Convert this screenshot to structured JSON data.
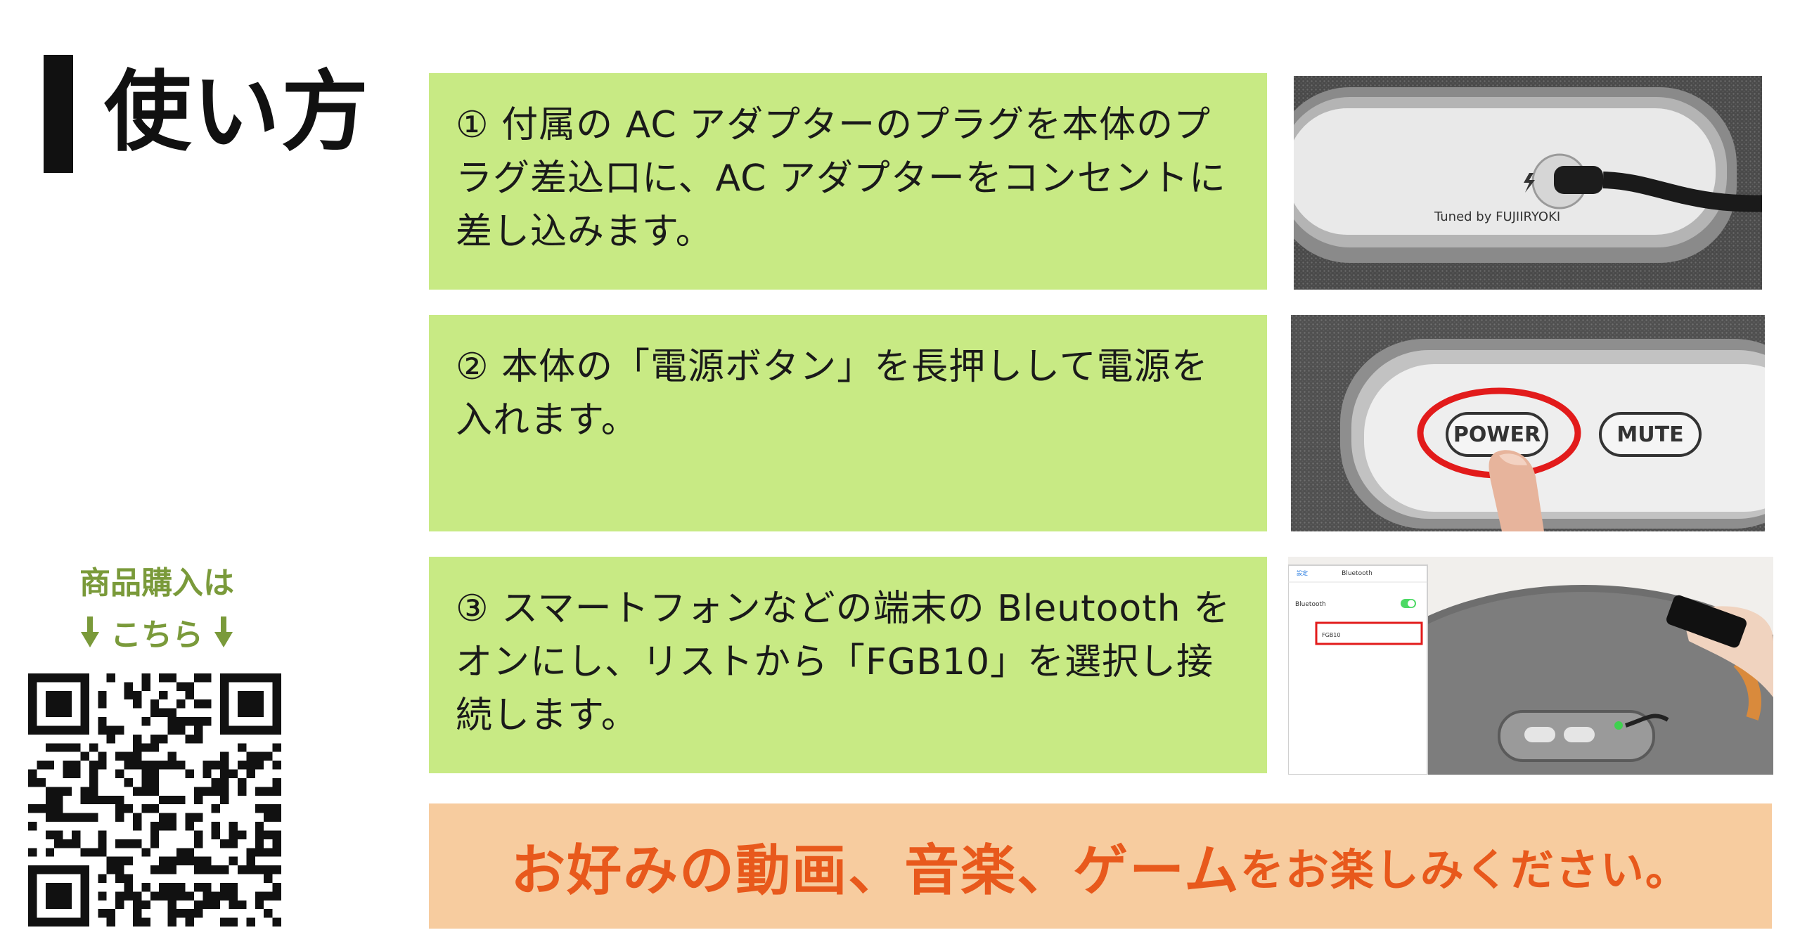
{
  "title": "使い方",
  "steps": [
    {
      "text": "① 付属の AC アダプターのプラグを本体のプラグ差込口に、AC アダプターをコンセントに差し込みます。"
    },
    {
      "text": "② 本体の「電源ボタン」を長押しして電源を入れます。"
    },
    {
      "text": "③ スマートフォンなどの端末の Bleutooth をオンにし、リストから「FGB10」を選択し接続します。"
    }
  ],
  "photos": {
    "step1_label": "Tuned by FUJIIRYOKI",
    "step2_power": "POWER",
    "step2_mute": "MUTE",
    "step3_header": "Bluetooth",
    "step3_back": "設定",
    "step3_row": "Bluetooth",
    "step3_device": "FGB10"
  },
  "banner": {
    "strong": "お好みの動画、音楽、ゲーム",
    "soft": "をお楽しみください。"
  },
  "purchase": {
    "line1": "商品購入は",
    "line2": "こちら"
  },
  "colors": {
    "step_bg": "#c8ea84",
    "banner_bg": "#f7cc9f",
    "banner_text": "#e8591c",
    "purchase_text": "#7a9a3a"
  }
}
